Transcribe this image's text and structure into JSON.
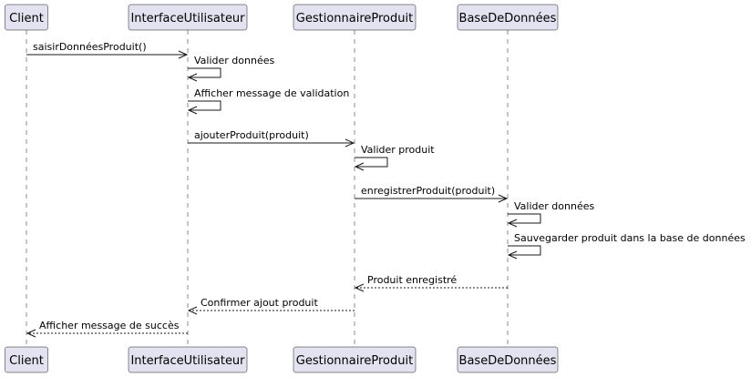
{
  "participants": [
    {
      "id": "client",
      "label": "Client"
    },
    {
      "id": "ui",
      "label": "InterfaceUtilisateur"
    },
    {
      "id": "gp",
      "label": "GestionnaireProduit"
    },
    {
      "id": "db",
      "label": "BaseDeDonnées"
    }
  ],
  "messages": [
    {
      "from": "client",
      "to": "ui",
      "label": "saisirDonnéesProduit()",
      "style": "solid"
    },
    {
      "from": "ui",
      "to": "ui",
      "label": "Valider données",
      "style": "solid"
    },
    {
      "from": "ui",
      "to": "ui",
      "label": "Afficher message de validation",
      "style": "solid"
    },
    {
      "from": "ui",
      "to": "gp",
      "label": "ajouterProduit(produit)",
      "style": "solid"
    },
    {
      "from": "gp",
      "to": "gp",
      "label": "Valider produit",
      "style": "solid"
    },
    {
      "from": "gp",
      "to": "db",
      "label": "enregistrerProduit(produit)",
      "style": "solid"
    },
    {
      "from": "db",
      "to": "db",
      "label": "Valider données",
      "style": "solid"
    },
    {
      "from": "db",
      "to": "db",
      "label": "Sauvegarder produit dans la base de données",
      "style": "solid"
    },
    {
      "from": "db",
      "to": "gp",
      "label": "Produit enregistré",
      "style": "dashed"
    },
    {
      "from": "gp",
      "to": "ui",
      "label": "Confirmer ajout produit",
      "style": "dashed"
    },
    {
      "from": "ui",
      "to": "client",
      "label": "Afficher message de succès",
      "style": "dashed"
    }
  ],
  "colors": {
    "participant_fill": "#e2e2f0",
    "stroke": "#181818"
  }
}
